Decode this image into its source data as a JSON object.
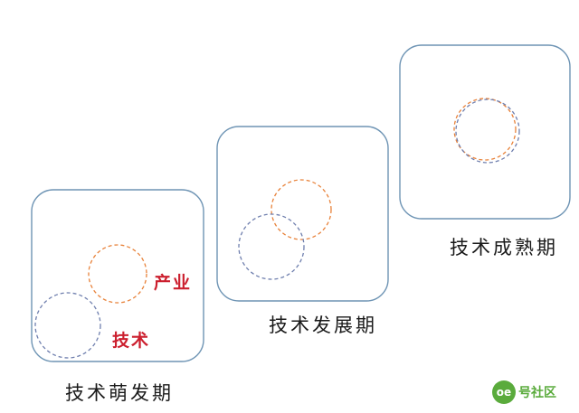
{
  "colors": {
    "box_stroke": "#6e94b4",
    "industry_ring": "#e8823a",
    "technology_ring": "#6f7fae",
    "circle_label": "#cc1f2e",
    "stage_label": "#1a1a1a",
    "logo": "#5aab3c"
  },
  "stages": [
    {
      "label": "技术萌发期"
    },
    {
      "label": "技术发展期"
    },
    {
      "label": "技术成熟期"
    }
  ],
  "circle_labels": {
    "industry": "产业",
    "technology": "技术"
  },
  "watermark": {
    "mark": "oe",
    "text": "号社区",
    "icon": "speech-bubble-logo-icon"
  }
}
